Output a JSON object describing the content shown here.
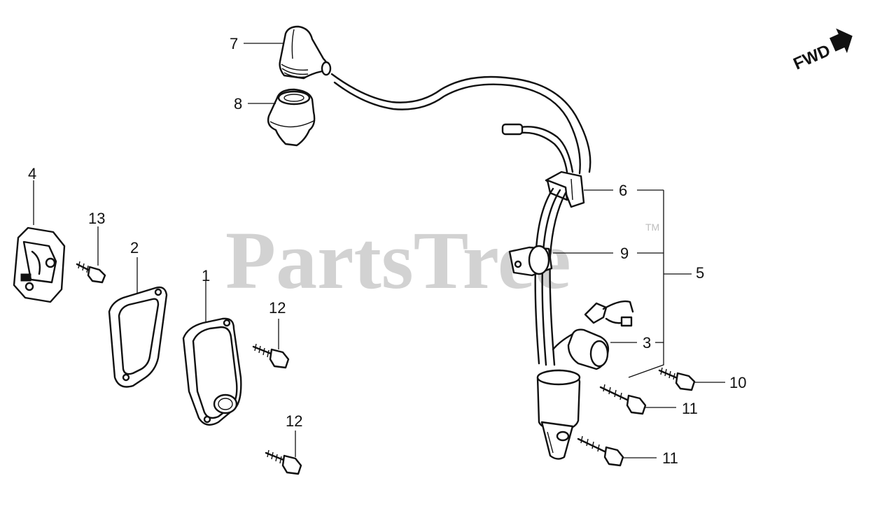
{
  "watermark": {
    "text": "PartsTree",
    "trademark": "TM"
  },
  "direction_indicator": {
    "label": "FWD"
  },
  "callouts": {
    "c1": "1",
    "c2": "2",
    "c3": "3",
    "c4": "4",
    "c5": "5",
    "c6": "6",
    "c7": "7",
    "c8": "8",
    "c9": "9",
    "c10": "10",
    "c11a": "11",
    "c11b": "11",
    "c12a": "12",
    "c12b": "12",
    "c13": "13"
  },
  "colors": {
    "ink": "#111111",
    "watermark": "#c4c4c4",
    "background": "#ffffff"
  }
}
